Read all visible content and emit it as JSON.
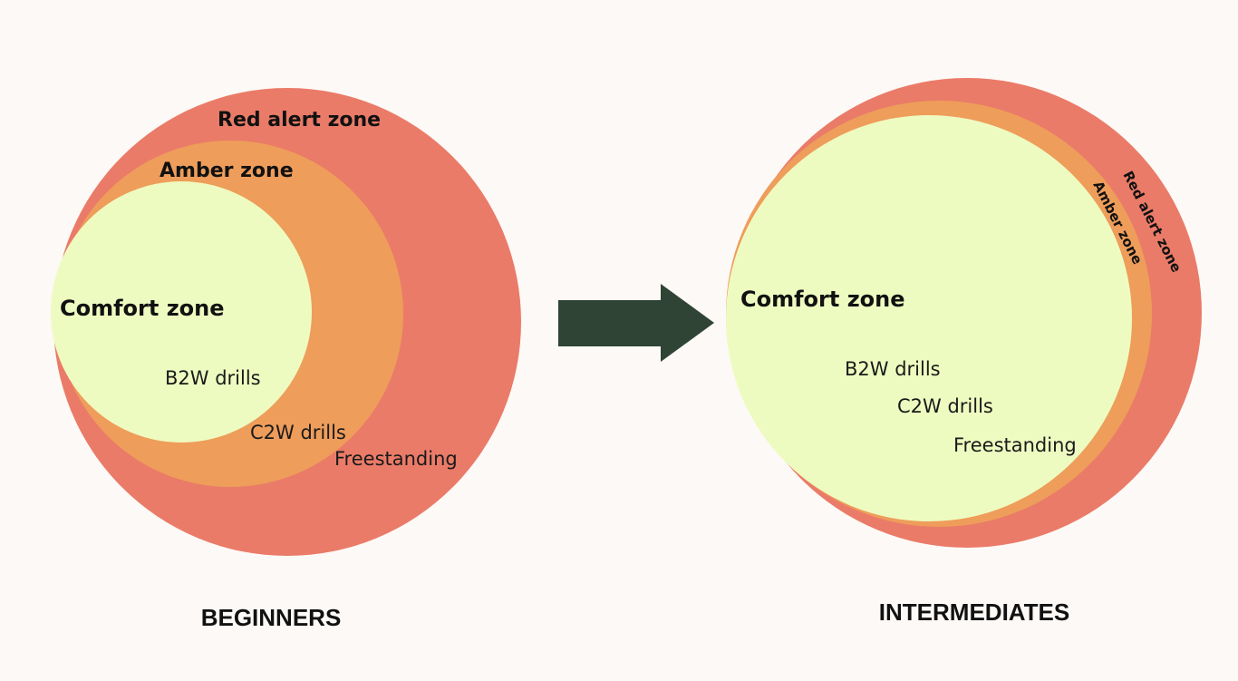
{
  "colors": {
    "background": "#fdf9f6",
    "red_zone": "#ea7b68",
    "amber_zone": "#ee9d5b",
    "comfort_zone": "#eefbc0",
    "arrow": "#2f4435",
    "text": "#111111"
  },
  "beginners": {
    "caption": "BEGINNERS",
    "red_label": "Red alert zone",
    "amber_label": "Amber zone",
    "comfort_label": "Comfort zone",
    "items": [
      "B2W drills",
      "C2W drills",
      "Freestanding"
    ]
  },
  "intermediates": {
    "caption": "INTERMEDIATES",
    "red_label": "Red alert zone",
    "amber_label": "Amber zone",
    "comfort_label": "Comfort zone",
    "items": [
      "B2W drills",
      "C2W drills",
      "Freestanding"
    ]
  },
  "arrow_icon": "arrow-right-icon"
}
